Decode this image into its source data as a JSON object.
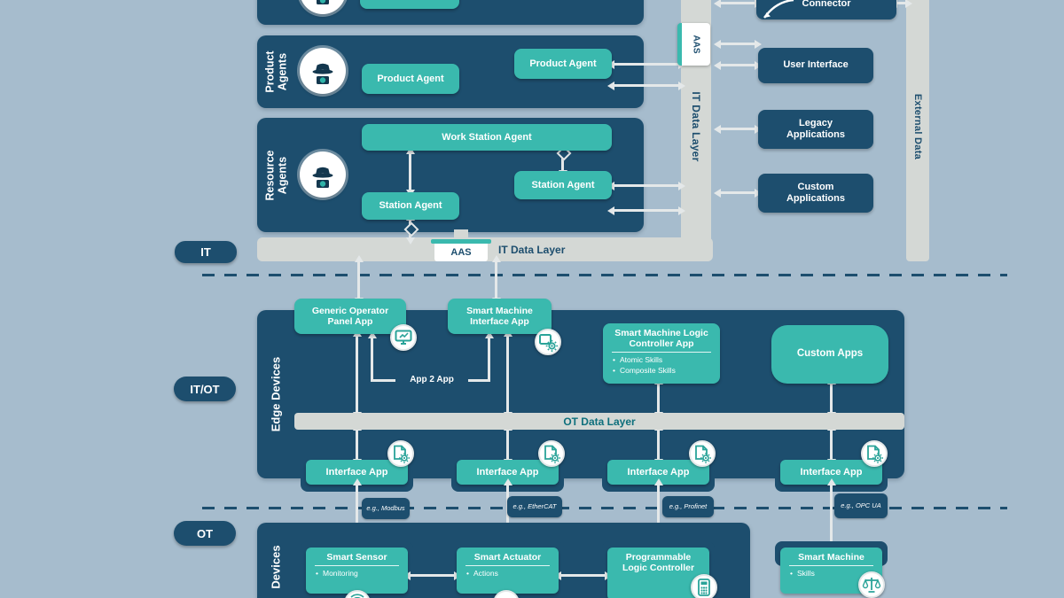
{
  "colors": {
    "background": "#a6bccd",
    "panel_navy": "#1d4e6e",
    "teal": "#3ab9ae",
    "gray_bar": "#d4d8d5",
    "arrow": "#e4e8e9",
    "ot_layer_text": "#0d6f7c"
  },
  "section_labels": {
    "it": "IT",
    "itot": "IT/OT",
    "ot": "OT"
  },
  "it": {
    "product_panel": {
      "label": "Product Agents",
      "buttons": [
        "Product Agent",
        "Product Agent"
      ]
    },
    "resource_panel": {
      "label": "Resource Agents",
      "work_station": "Work Station Agent",
      "station_a": "Station Agent",
      "station_b": "Station Agent"
    },
    "it_data_layer_vertical": "IT Data Layer",
    "aas_vertical": "AAS",
    "aas_tab": "AAS",
    "it_data_layer_bottom": "IT Data Layer",
    "right_column": {
      "connector": "Connector",
      "user_interface": "User Interface",
      "legacy": "Legacy Applications",
      "custom": "Custom Applications"
    },
    "external_data": "External Data"
  },
  "edge": {
    "panel_label": "Edge Devices",
    "generic_app": "Generic Operator Panel App",
    "smart_machine_app": "Smart Machine Interface App",
    "app2app": "App 2 App",
    "smlc": {
      "title": "Smart Machine Logic Controller App",
      "bullets": [
        "Atomic Skills",
        "Composite Skills"
      ]
    },
    "custom_apps": "Custom Apps",
    "ot_data_layer": "OT Data Layer",
    "interface_app_label": "Interface App",
    "tags": [
      "e.g., Modbus",
      "e.g., EtherCAT",
      "e.g., Profinet",
      "e.g., OPC UA"
    ]
  },
  "ot": {
    "panel_label": "Devices",
    "smart_sensor": {
      "title": "Smart Sensor",
      "bullets": [
        "Monitoring"
      ]
    },
    "smart_actuator": {
      "title": "Smart Actuator",
      "bullets": [
        "Actions"
      ]
    },
    "plc": {
      "title": "Programmable Logic Controller"
    },
    "smart_machine": {
      "title": "Smart Machine",
      "bullets": [
        "Skills"
      ]
    }
  }
}
